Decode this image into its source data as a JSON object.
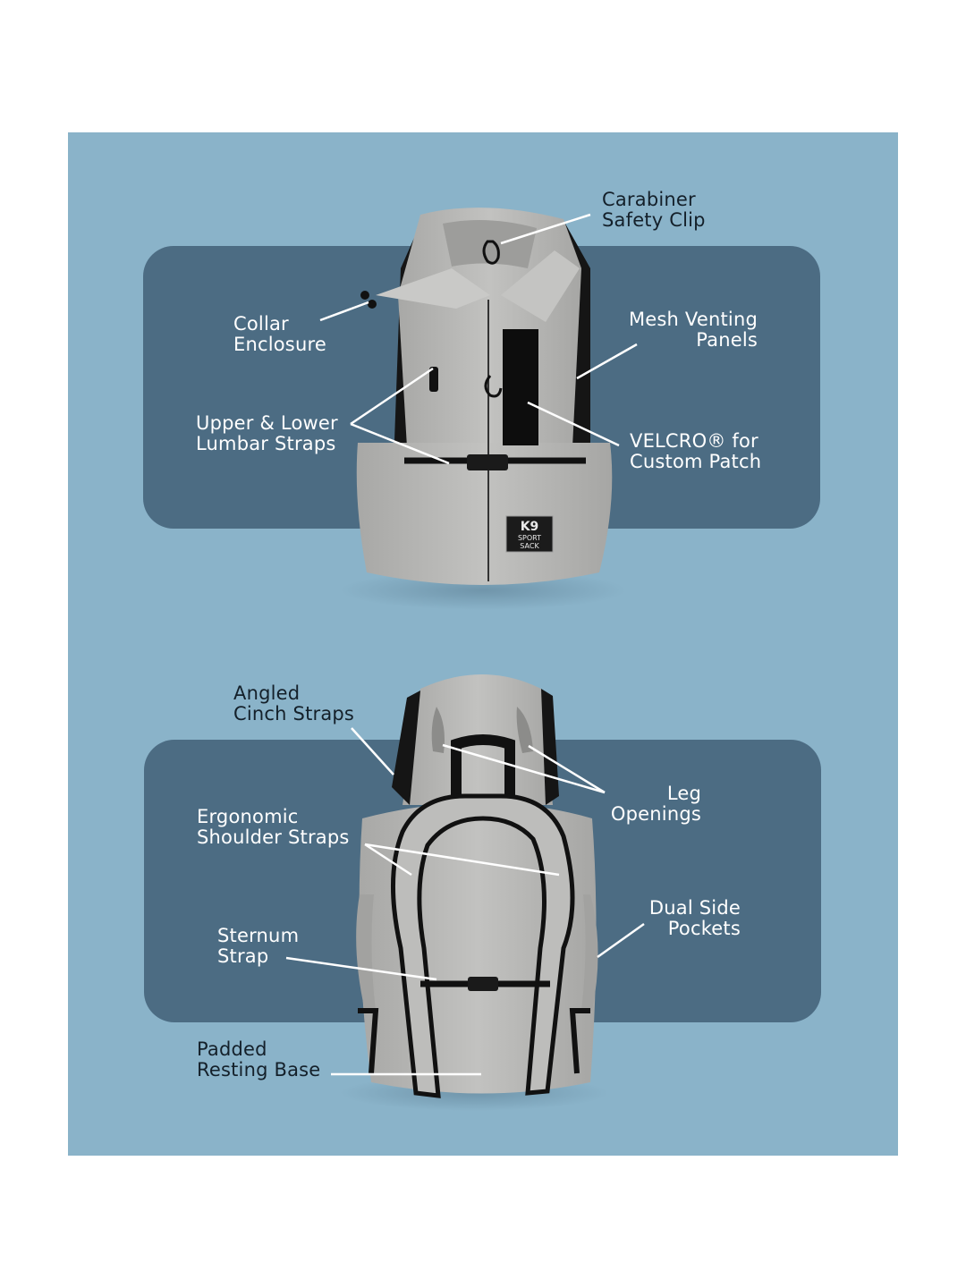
{
  "labels": {
    "carabiner": [
      "Carabiner",
      "Safety Clip"
    ],
    "collar": [
      "Collar",
      "Enclosure"
    ],
    "mesh": [
      "Mesh Venting",
      "Panels"
    ],
    "lumbar": [
      "Upper & Lower",
      "Lumbar Straps"
    ],
    "velcro": [
      "VELCRO® for",
      "Custom Patch"
    ],
    "cinch": [
      "Angled",
      "Cinch Straps"
    ],
    "leg": [
      "Leg",
      "Openings"
    ],
    "shoulder": [
      "Ergonomic",
      "Shoulder Straps"
    ],
    "pockets": [
      "Dual Side",
      "Pockets"
    ],
    "sternum": [
      "Sternum",
      "Strap"
    ],
    "base": [
      "Padded",
      "Resting Base"
    ]
  },
  "logo": {
    "brand_top": "K9",
    "brand_mid": "SPORT",
    "brand_bottom": "SACK"
  },
  "colors": {
    "panel": "#8ab3c9",
    "band": "#4c6c83",
    "bag": "#b9b9b7",
    "strap": "#111111"
  }
}
